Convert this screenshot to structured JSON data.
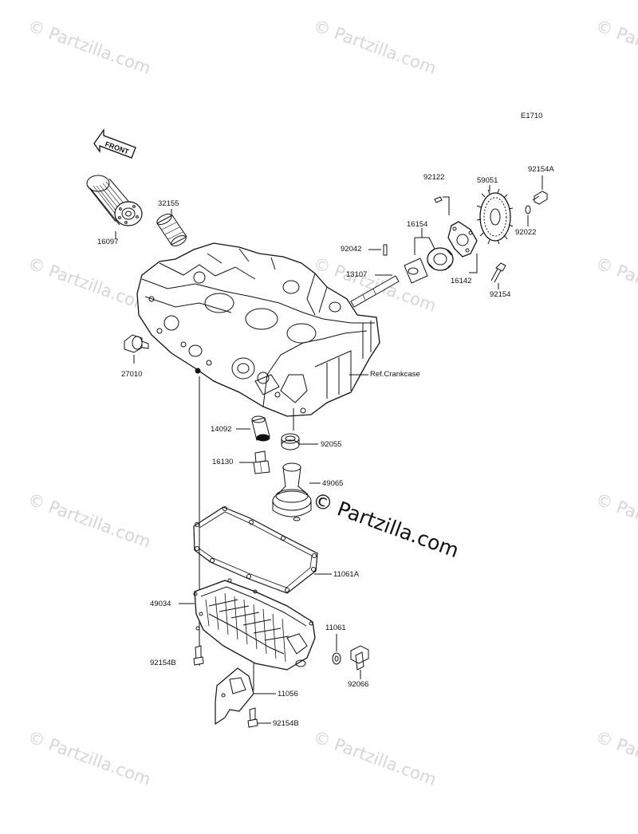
{
  "diagram": {
    "code": "E1710",
    "front_label": "FRONT",
    "reference_label": "Ref.Crankcase",
    "watermark": "© Partzilla.com",
    "parts": {
      "p16097": "16097",
      "p32155": "32155",
      "p27010": "27010",
      "p92042": "92042",
      "p13107": "13107",
      "p16154": "16154",
      "p92122": "92122",
      "p59051": "59051",
      "p92154A": "92154A",
      "p92022": "92022",
      "p16142": "16142",
      "p92154": "92154",
      "p14092": "14092",
      "p92055": "92055",
      "p16130": "16130",
      "p49065": "49065",
      "p11061A": "11061A",
      "p49034": "49034",
      "p11061": "11061",
      "p92154B_1": "92154B",
      "p92066": "92066",
      "p11056": "11056",
      "p92154B_2": "92154B"
    }
  }
}
